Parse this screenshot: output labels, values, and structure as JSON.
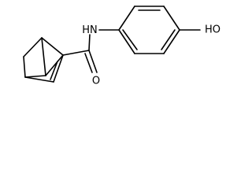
{
  "molecule": {
    "atom_labels": {
      "nh": "N",
      "nh_h": "H",
      "hydroxyl": "HO",
      "carbonyl_oxygen": "O"
    },
    "colors": {
      "bond": "#000000",
      "label": "#000000",
      "background": "#ffffff"
    }
  }
}
